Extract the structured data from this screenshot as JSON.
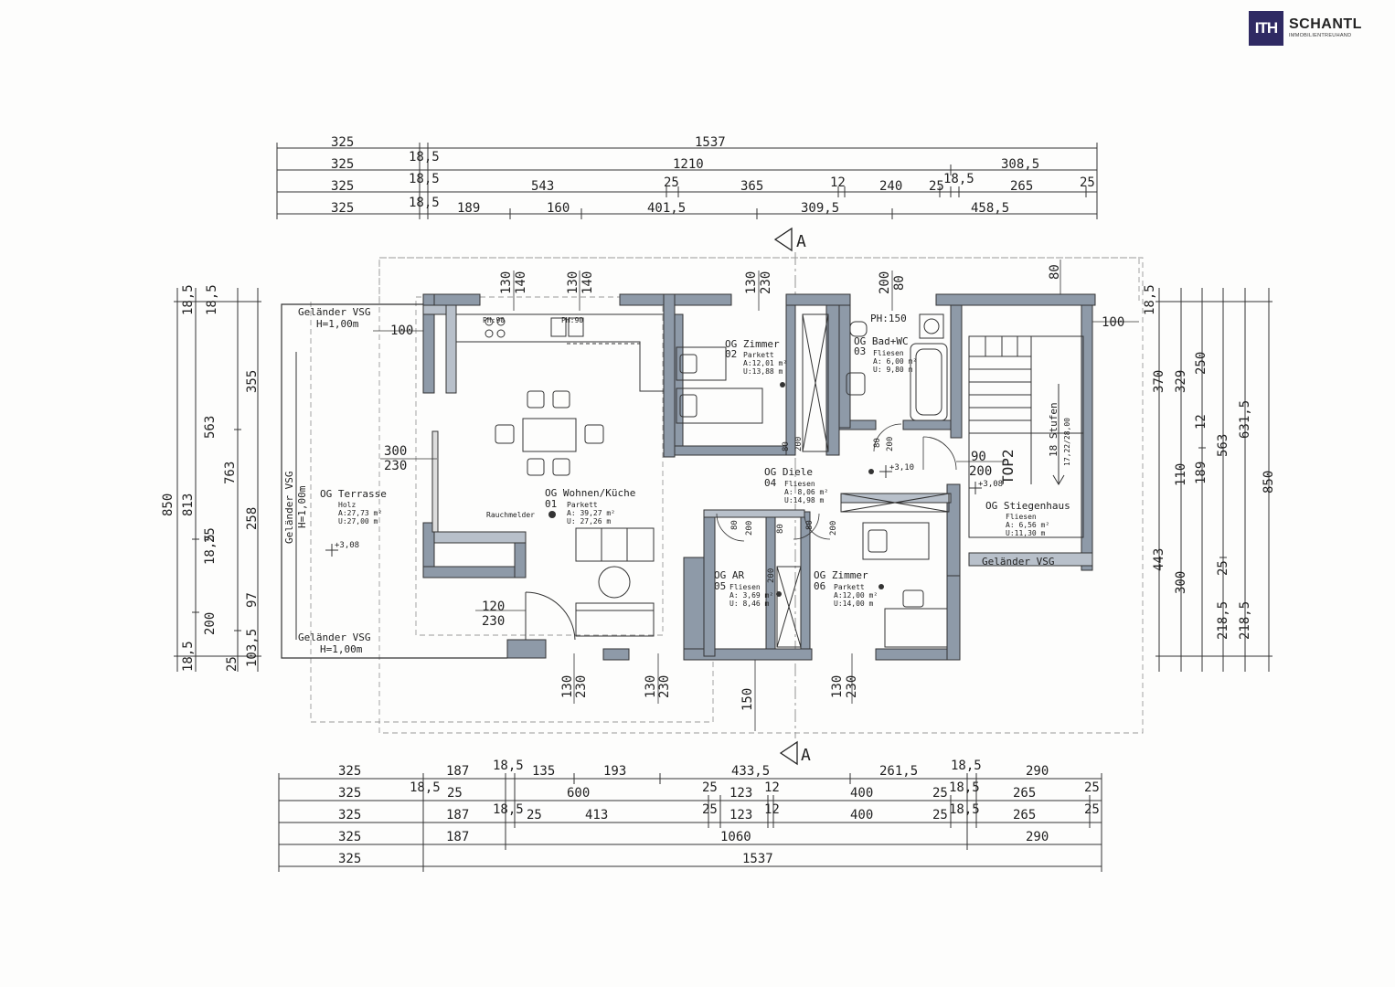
{
  "logo": {
    "mark": "ITH",
    "name": "SCHANTL",
    "sub": "IMMOBILIENTREUHAND"
  },
  "section_marker": "A",
  "top2": "TOP2",
  "top_dims": {
    "row1": [
      "325",
      "18,5",
      "1537"
    ],
    "row2": [
      "325",
      "18,5",
      "1210",
      "308,5"
    ],
    "row3": [
      "325",
      "18,5",
      "543",
      "25",
      "365",
      "12",
      "240",
      "25",
      "18,5",
      "265",
      "25"
    ],
    "row4": [
      "325",
      "18,5",
      "189",
      "160",
      "401,5",
      "309,5",
      "458,5"
    ]
  },
  "bottom_dims": {
    "row1": [
      "325",
      "187",
      "18,5",
      "135",
      "193",
      "433,5",
      "261,5",
      "18,5",
      "290"
    ],
    "row2": [
      "325",
      "18,5",
      "25",
      "600",
      "25",
      "123",
      "12",
      "400",
      "25",
      "18,5",
      "265",
      "25"
    ],
    "row3": [
      "325",
      "187",
      "18,5",
      "25",
      "413",
      "25",
      "123",
      "12",
      "400",
      "25",
      "18,5",
      "265",
      "25"
    ],
    "row4": [
      "325",
      "187",
      "1060",
      "290"
    ],
    "row5": [
      "325",
      "1537"
    ]
  },
  "left_dims": [
    "850",
    "813",
    "563",
    "763",
    "355",
    "258",
    "200",
    "18,5",
    "25",
    "103,5",
    "97",
    "18,5",
    "18,5",
    "25",
    "18,5"
  ],
  "right_dims": [
    "850",
    "631,5",
    "563",
    "443",
    "370",
    "329",
    "250",
    "300",
    "218,5",
    "218,5",
    "189",
    "110",
    "12",
    "25",
    "18,5"
  ],
  "rooms": {
    "wohnen": {
      "name": "OG Wohnen/Küche",
      "num": "01",
      "floor": "Parkett",
      "area": "A: 39,27 m²",
      "perim": "U: 27,26 m"
    },
    "zimmer02": {
      "name": "OG Zimmer",
      "num": "02",
      "floor": "Parkett",
      "area": "A:12,01 m²",
      "perim": "U:13,88 m"
    },
    "bad": {
      "name": "OG Bad+WC",
      "num": "03",
      "floor": "Fliesen",
      "area": "A: 6,00 m²",
      "perim": "U: 9,80 m"
    },
    "diele": {
      "name": "OG Diele",
      "num": "04",
      "floor": "Fliesen",
      "area": "A: 8,06 m²",
      "perim": "U:14,98 m"
    },
    "ar": {
      "name": "OG AR",
      "num": "05",
      "floor": "Fliesen",
      "area": "A: 3,69 m²",
      "perim": "U: 8,46 m"
    },
    "zimmer06": {
      "name": "OG Zimmer",
      "num": "06",
      "floor": "Parkett",
      "area": "A:12,00 m²",
      "perim": "U:14,00 m"
    },
    "terrasse": {
      "name": "OG Terrasse",
      "floor": "Holz",
      "area": "A:27,73 m²",
      "perim": "U:27,00 m"
    },
    "stiegenhaus": {
      "name": "OG Stiegenhaus",
      "floor": "Fliesen",
      "area": "A: 6,56 m²",
      "perim": "U:11,30 m"
    }
  },
  "labels": {
    "gelaender_top": "Geländer VSG",
    "gelaender_top_h": "H=1,00m",
    "gelaender_bottom": "Geländer VSG",
    "gelaender_bottom_h": "H=1,00m",
    "gelaender_side": "Geländer VSG",
    "gelaender_side_h": "H=1,00m",
    "gelaender_stair": "Geländer VSG",
    "rauchmelder": "Rauchmelder",
    "ph90a": "PH:90",
    "ph90b": "PH:90",
    "ph150": "PH:150",
    "stufen": "18 Stufen",
    "stufen2": "17,22/28,00",
    "lev_terrasse": "+3,08",
    "lev_diele": "+3,10",
    "lev_stair": "+3,08",
    "d100_left": "100",
    "d100_right": "100",
    "d300": "300",
    "d230a": "230",
    "d120": "120",
    "d230b": "230",
    "d90": "90",
    "d200stair": "200",
    "d80top": "80",
    "w130_140a": "130",
    "w140a": "140",
    "w130_140b": "130",
    "w140b": "140",
    "w130_230c": "130",
    "w230c": "230",
    "w200": "200",
    "w80": "80",
    "b130a": "130",
    "b230a": "230",
    "b130b": "130",
    "b230b": "230",
    "b130c": "130",
    "b230c": "230",
    "b150": "150",
    "dd80a": "80",
    "dd200a": "200",
    "dd80b": "80",
    "dd200b": "200",
    "dd80c": "80",
    "dd200c": "200",
    "dd80d": "80",
    "dd200d": "200",
    "dd80e": "80",
    "dd200e": "200"
  }
}
